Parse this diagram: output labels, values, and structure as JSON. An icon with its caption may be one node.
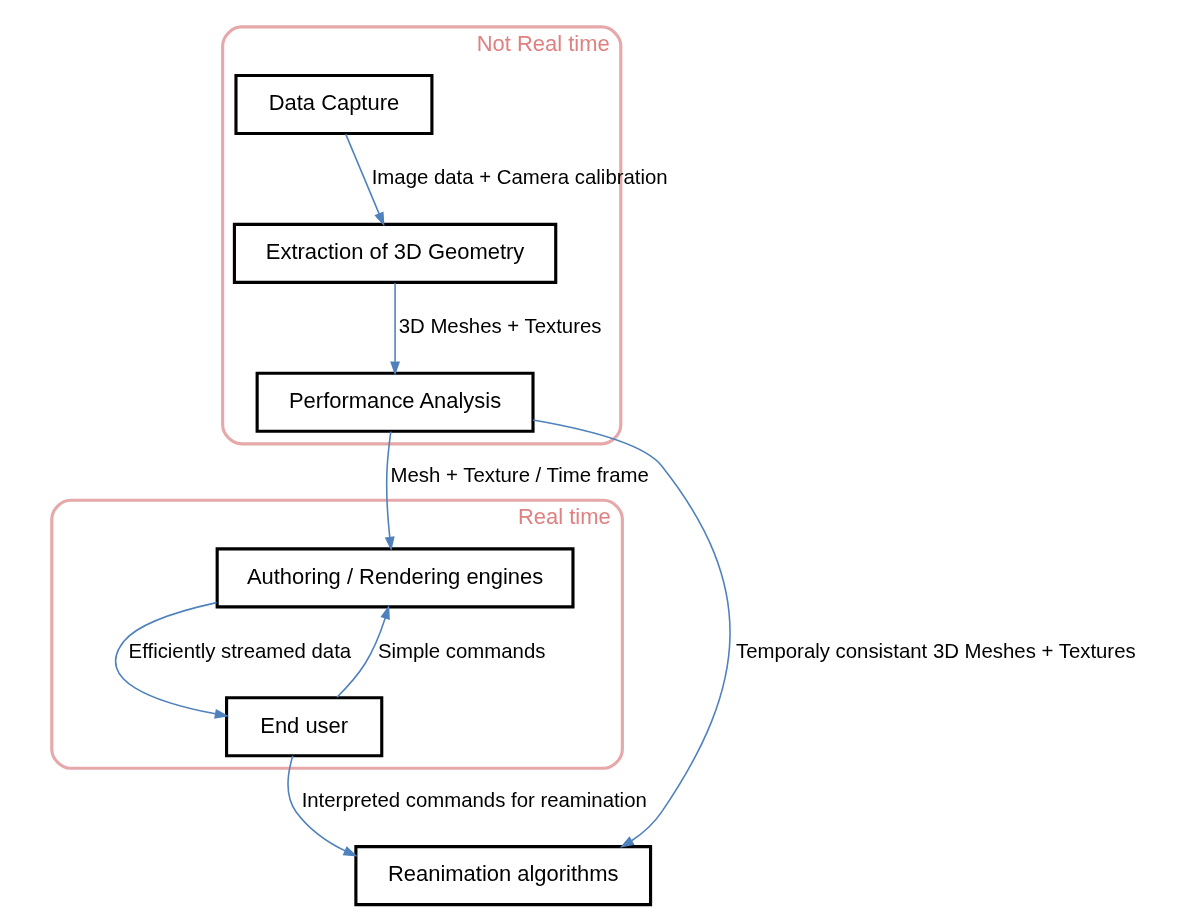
{
  "diagram": {
    "nodes": [
      {
        "text": [
          "Not Real time"
        ]
      },
      {
        "text": [
          "Data Capture"
        ],
        "in": 0
      },
      {
        "text": [
          "Extraction of 3D Geometry"
        ],
        "in": 0
      },
      {
        "text": [
          "Performance Analysis"
        ],
        "in": 0
      },
      {
        "text": [
          "Reanimation algorithms"
        ]
      },
      {
        "text": [
          "Real time"
        ]
      },
      {
        "text": [
          "Authoring / Rendering engines"
        ],
        "in": 5
      },
      {
        "text": [
          "End user"
        ],
        "in": 5
      }
    ],
    "edges": [
      {
        "from": 1,
        "to": 2,
        "arrow": "to",
        "label": "Image data + Camera calibration"
      },
      {
        "from": 2,
        "to": 3,
        "arrow": "to",
        "label": "3D Meshes + Textures"
      },
      {
        "from": 3,
        "to": 4,
        "arrow": "to",
        "label": "Temporaly consistant 3D Meshes + Textures"
      },
      {
        "from": 3,
        "to": 6,
        "arrow": "to",
        "label": "Mesh + Texture / Time frame"
      },
      {
        "from": 6,
        "to": 7,
        "arrow": "to",
        "label": "Efficiently streamed data"
      },
      {
        "from": 7,
        "to": 6,
        "arrow": "to",
        "label": "Simple commands"
      },
      {
        "from": 7,
        "to": 4,
        "arrow": "to",
        "label": "Interpreted commands for reamination"
      }
    ]
  }
}
